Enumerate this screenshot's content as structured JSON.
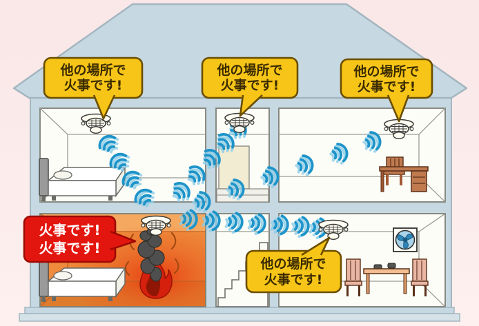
{
  "bubbles": {
    "bedroom_2f": {
      "line1": "他の場所で",
      "line2": "火事です!"
    },
    "hallway_2f": {
      "line1": "他の場所で",
      "line2": "火事です!"
    },
    "study_2f": {
      "line1": "他の場所で",
      "line2": "火事です!"
    },
    "fire_origin": {
      "line1": "火事です!",
      "line2": "火事です!"
    },
    "dining_1f": {
      "line1": "他の場所で",
      "line2": "火事です!"
    }
  },
  "colors": {
    "background_pink": "#FAE7E8",
    "house_blue_gray": "#C6D8E2",
    "house_outline": "#A3B6C0",
    "bubble_yellow": "#F6C517",
    "bubble_border_brown": "#6B4E00",
    "bubble_text_brown": "#3B2B00",
    "alert_red": "#E3160F",
    "alert_red_border": "#9E0A00",
    "signal_blue": "#1D94C9",
    "signal_blue_light": "#8CCDE9",
    "fire_room_orange": "#EE8B3C",
    "fire_glow_red": "#E63008",
    "smoke_gray": "#4F4F4F",
    "flame_red": "#D6200E"
  },
  "icons": {
    "smoke-detector-icon": "ceiling-mounted round alarm",
    "signal-waves-icon": "blue radio arc chain",
    "flame-icon": "red flame",
    "smoke-icon": "gray smoke plume",
    "bed-icon": "bed side view",
    "desk-icon": "desk with chair",
    "dining-table-icon": "table with two chairs",
    "ventilation-fan-icon": "wall fan",
    "stairs-icon": "staircase",
    "door-icon": "hallway door"
  }
}
